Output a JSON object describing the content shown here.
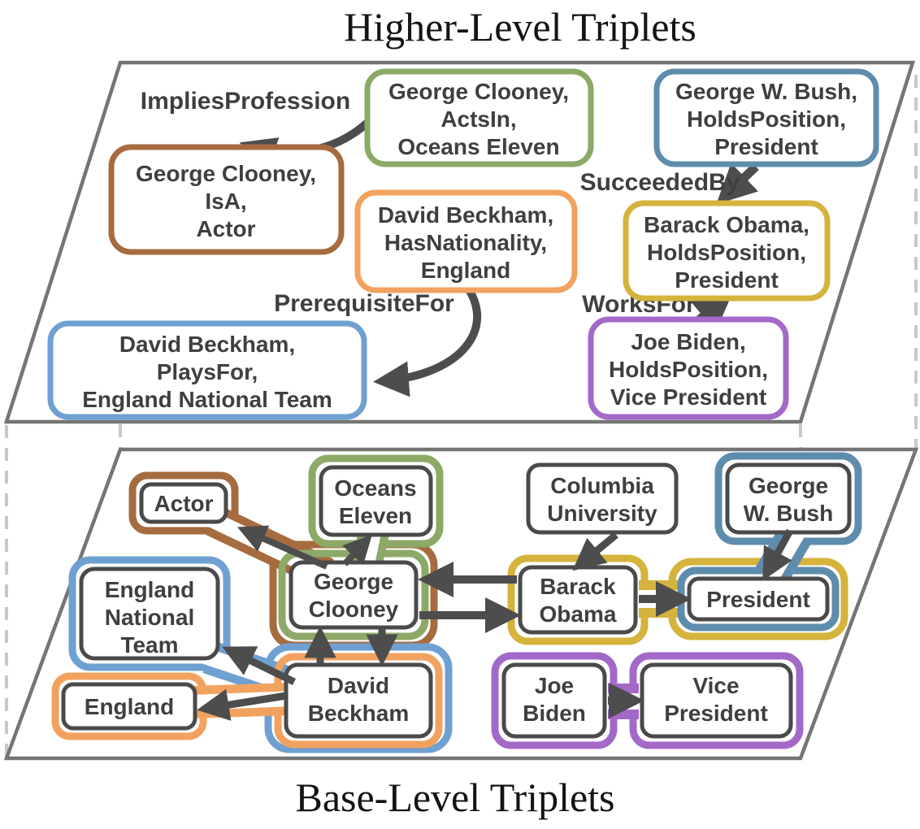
{
  "titles": {
    "top": "Higher-Level Triplets",
    "bottom": "Base-Level Triplets"
  },
  "colors": {
    "green": "#8CA968",
    "brown": "#A66B3F",
    "orange": "#F2A25F",
    "blue": "#6FA0D2",
    "steel_blue": "#5E8CAD",
    "yellow": "#D5B33C",
    "purple": "#A369C8",
    "arrow": "#4D4D4D",
    "node_border": "#4A4A4A",
    "frame": "#757575",
    "dashed_line": "#C8C8C8",
    "text": "#3F3F3F"
  },
  "higher_level": {
    "boxes": [
      {
        "id": "acts-in",
        "color": "green",
        "lines": [
          "George Clooney,",
          "ActsIn,",
          "Oceans Eleven"
        ]
      },
      {
        "id": "is-a",
        "color": "brown",
        "lines": [
          "George Clooney,",
          "IsA,",
          "Actor"
        ]
      },
      {
        "id": "has-nationality",
        "color": "orange",
        "lines": [
          "David Beckham,",
          "HasNationality,",
          "England"
        ]
      },
      {
        "id": "plays-for",
        "color": "blue",
        "lines": [
          "David Beckham,",
          "PlaysFor,",
          "England National Team"
        ]
      },
      {
        "id": "bush-holds",
        "color": "steel_blue",
        "lines": [
          "George W. Bush,",
          "HoldsPosition,",
          "President"
        ]
      },
      {
        "id": "obama-holds",
        "color": "yellow",
        "lines": [
          "Barack Obama,",
          "HoldsPosition,",
          "President"
        ]
      },
      {
        "id": "biden-holds",
        "color": "purple",
        "lines": [
          "Joe Biden,",
          "HoldsPosition,",
          "Vice President"
        ]
      }
    ],
    "relations": [
      {
        "label": "ImpliesProfession",
        "from": "acts-in",
        "to": "is-a"
      },
      {
        "label": "SucceededBy",
        "from": "bush-holds",
        "to": "obama-holds"
      },
      {
        "label": "PrerequisiteFor",
        "from": "has-nationality",
        "to": "plays-for"
      },
      {
        "label": "WorksFor",
        "from": "biden-holds",
        "to": "obama-holds"
      }
    ]
  },
  "base_level": {
    "nodes": [
      {
        "id": "actor",
        "lines": [
          "Actor"
        ]
      },
      {
        "id": "oceans",
        "lines": [
          "Oceans",
          "Eleven"
        ]
      },
      {
        "id": "columbia",
        "lines": [
          "Columbia",
          "University"
        ]
      },
      {
        "id": "bush",
        "lines": [
          "George",
          "W. Bush"
        ]
      },
      {
        "id": "clooney",
        "lines": [
          "George",
          "Clooney"
        ]
      },
      {
        "id": "obama",
        "lines": [
          "Barack",
          "Obama"
        ]
      },
      {
        "id": "president",
        "lines": [
          "President"
        ]
      },
      {
        "id": "ent",
        "lines": [
          "England",
          "National",
          "Team"
        ]
      },
      {
        "id": "england",
        "lines": [
          "England"
        ]
      },
      {
        "id": "beckham",
        "lines": [
          "David",
          "Beckham"
        ]
      },
      {
        "id": "biden",
        "lines": [
          "Joe",
          "Biden"
        ]
      },
      {
        "id": "vp",
        "lines": [
          "Vice",
          "President"
        ]
      }
    ],
    "groups": [
      {
        "color": "brown",
        "members": [
          "clooney",
          "actor"
        ]
      },
      {
        "color": "green",
        "members": [
          "clooney",
          "oceans"
        ]
      },
      {
        "color": "blue",
        "members": [
          "beckham",
          "ent"
        ]
      },
      {
        "color": "orange",
        "members": [
          "beckham",
          "england"
        ]
      },
      {
        "color": "yellow",
        "members": [
          "obama",
          "president"
        ]
      },
      {
        "color": "steel_blue",
        "members": [
          "bush",
          "president"
        ]
      },
      {
        "color": "purple",
        "members": [
          "biden",
          "vp"
        ]
      }
    ],
    "edges": [
      {
        "from": "clooney",
        "to": "actor"
      },
      {
        "from": "clooney",
        "to": "oceans"
      },
      {
        "from": "beckham",
        "to": "clooney"
      },
      {
        "from": "clooney",
        "to": "beckham"
      },
      {
        "from": "obama",
        "to": "clooney"
      },
      {
        "from": "clooney",
        "to": "obama"
      },
      {
        "from": "columbia",
        "to": "obama"
      },
      {
        "from": "bush",
        "to": "president"
      },
      {
        "from": "obama",
        "to": "president"
      },
      {
        "from": "beckham",
        "to": "ent"
      },
      {
        "from": "beckham",
        "to": "england"
      },
      {
        "from": "biden",
        "to": "vp"
      }
    ]
  }
}
